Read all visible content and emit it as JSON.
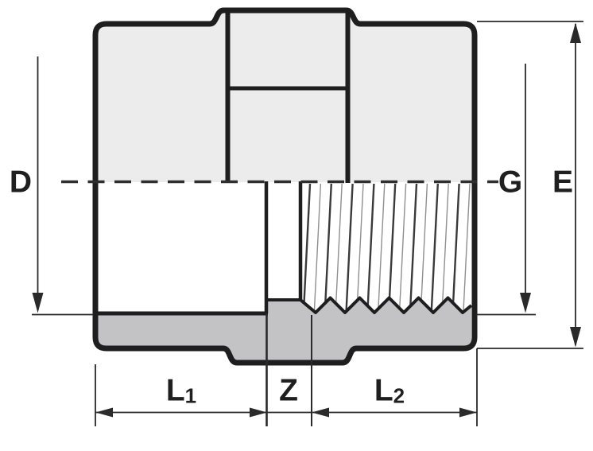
{
  "drawing_title": "threaded-socket adapter fitting cross-section",
  "labels": {
    "socket_diameter": "D",
    "thread_size": "G",
    "outer_diameter": "E",
    "socket_length_main": "L",
    "socket_length_sub": "1",
    "intermediate_gap": "Z",
    "thread_length_main": "L",
    "thread_length_sub": "2"
  },
  "colors": {
    "line": "#1e1e1e",
    "body_fill": "#ececec",
    "section_fill": "#c3c3c5",
    "dim_line": "#2a2a2a",
    "thread_dark": "#3a3a3c",
    "thread_light": "#8f8f93"
  }
}
